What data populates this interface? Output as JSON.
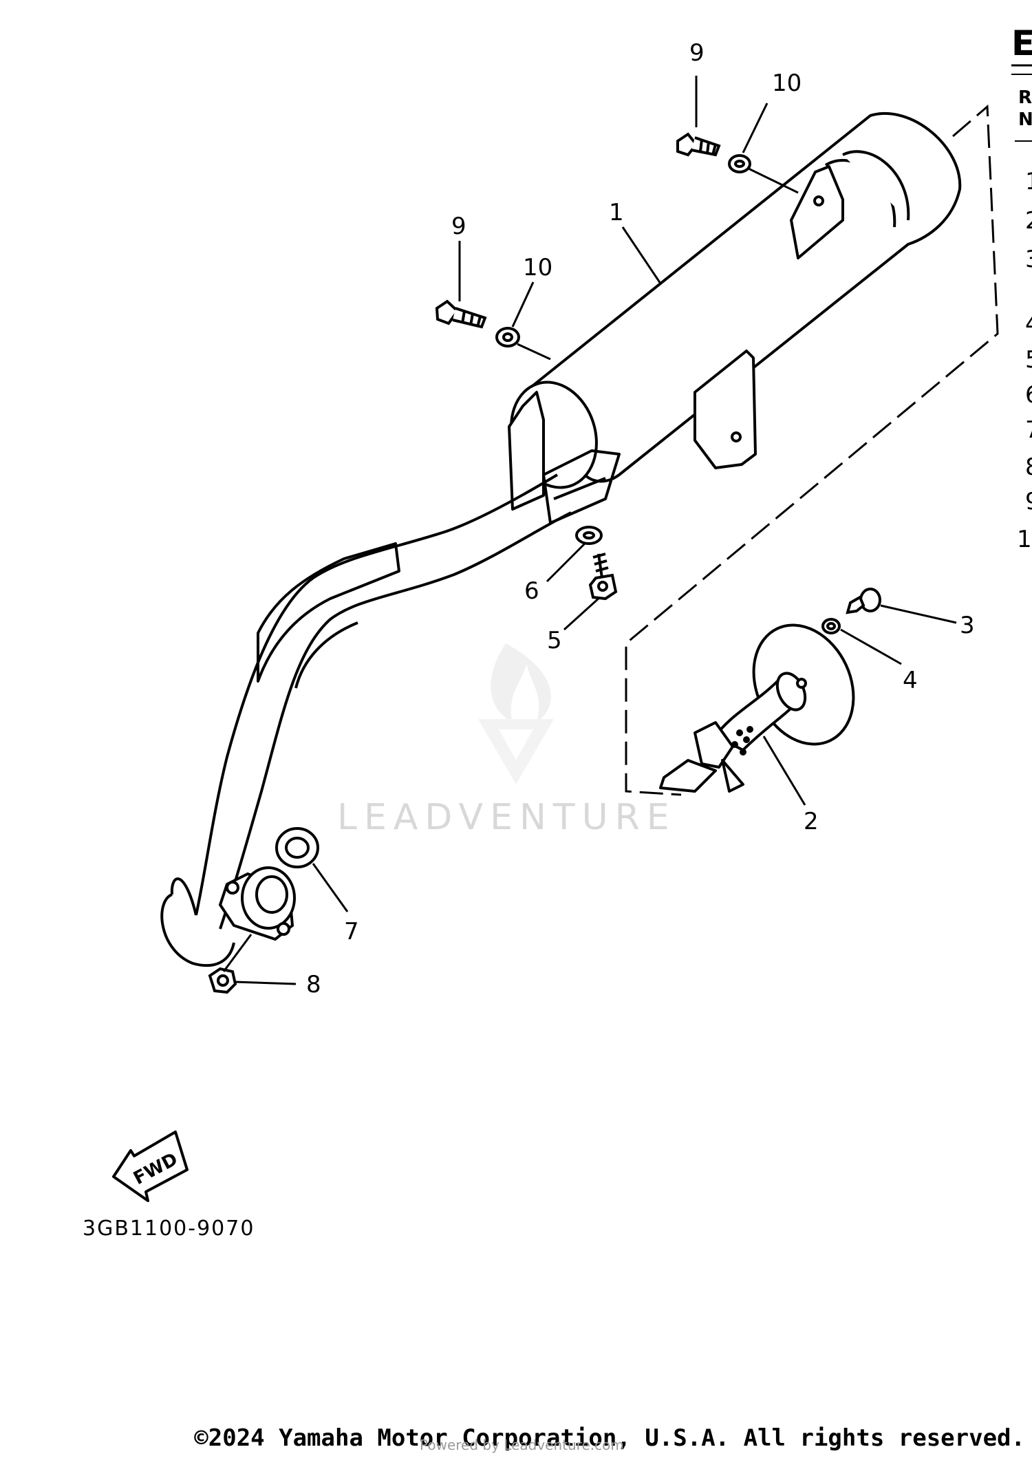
{
  "header": {
    "letter": "E",
    "col1_line1": "R",
    "col1_line2": "N"
  },
  "right_column_fragments": [
    "1",
    "2",
    "3",
    "4",
    "5",
    "6",
    "7",
    "8",
    "9",
    "1"
  ],
  "callouts": {
    "c1": "1",
    "c2": "2",
    "c3": "3",
    "c4": "4",
    "c5": "5",
    "c6": "6",
    "c7": "7",
    "c8": "8",
    "c9a": "9",
    "c9b": "9",
    "c10a": "10",
    "c10b": "10"
  },
  "fwd_label": "FWD",
  "part_code": "3GB1100-9070",
  "watermark": "LEADVENTURE",
  "copyright": "©2024 Yamaha Motor Corporation, U.S.A. All rights reserved.",
  "url_overlay": "Powered by Leadventure.com"
}
